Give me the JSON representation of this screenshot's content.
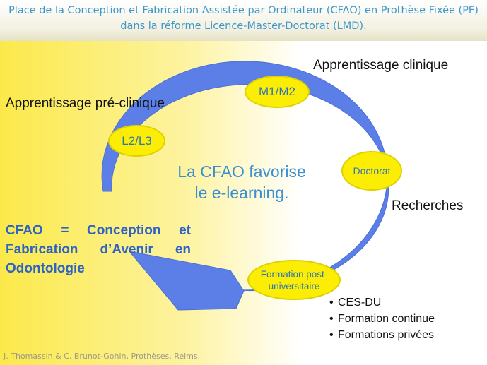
{
  "title": "Place de la Conception et Fabrication Assistée par Ordinateur (CFAO) en Prothèse Fixée (PF) dans la réforme Licence-Master-Doctorat (LMD).",
  "labels": {
    "clinique": "Apprentissage  clinique",
    "preclinique": "Apprentissage  pré-clinique",
    "recherches": "Recherches"
  },
  "nodes": {
    "m1m2": "M1/M2",
    "l2l3": "L2/L3",
    "doctorat": "Doctorat",
    "formation": "Formation post-universitaire"
  },
  "center_text": {
    "line1": "La CFAO favorise",
    "line2": "le e-learning."
  },
  "definition": "CFAO = Conception et Fabrication d’Avenir en Odontologie",
  "bullets": [
    "CES-DU",
    "Formation continue",
    "Formations privées"
  ],
  "footer": "J. Thomassin & C. Brunot-Gohin, Prothèses, Reims.",
  "colors": {
    "cycle_arrow": "#5b7fe6",
    "node_fill": "#fbee04",
    "title": "#3d98c9",
    "center_text": "#3b8fd0",
    "definition": "#2e63c6"
  }
}
